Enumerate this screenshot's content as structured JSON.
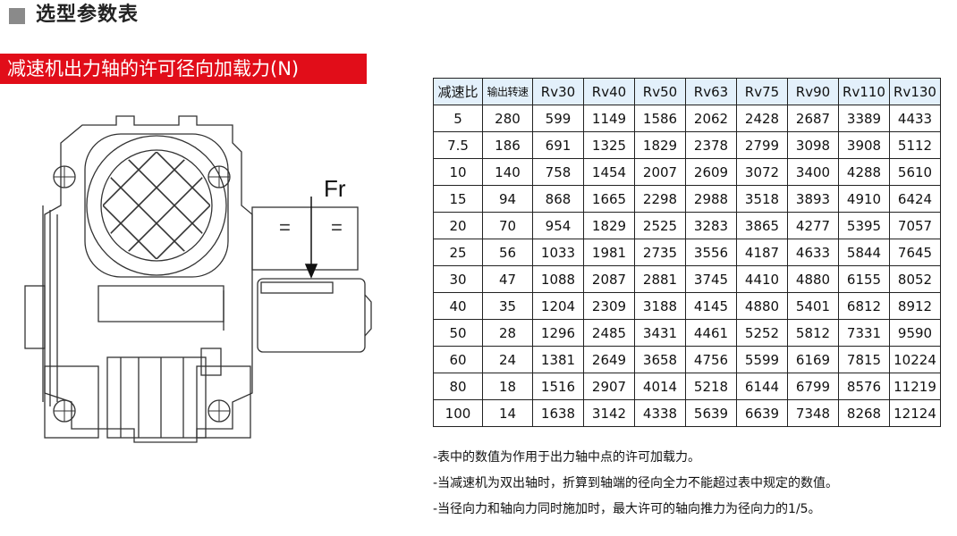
{
  "header": {
    "title": "选型参数表"
  },
  "section": {
    "title": "减速机出力轴的许可径向加载力(N)"
  },
  "drawing": {
    "force_label": "Fr",
    "equal_sign": "="
  },
  "table": {
    "headers": [
      "减速比",
      "输出转速",
      "Rv30",
      "Rv40",
      "Rv50",
      "Rv63",
      "Rv75",
      "Rv90",
      "Rv110",
      "Rv130"
    ],
    "rows": [
      [
        "5",
        "280",
        "599",
        "1149",
        "1586",
        "2062",
        "2428",
        "2687",
        "3389",
        "4433"
      ],
      [
        "7.5",
        "186",
        "691",
        "1325",
        "1829",
        "2378",
        "2799",
        "3098",
        "3908",
        "5112"
      ],
      [
        "10",
        "140",
        "758",
        "1454",
        "2007",
        "2609",
        "3072",
        "3400",
        "4288",
        "5610"
      ],
      [
        "15",
        "94",
        "868",
        "1665",
        "2298",
        "2988",
        "3518",
        "3893",
        "4910",
        "6424"
      ],
      [
        "20",
        "70",
        "954",
        "1829",
        "2525",
        "3283",
        "3865",
        "4277",
        "5395",
        "7057"
      ],
      [
        "25",
        "56",
        "1033",
        "1981",
        "2735",
        "3556",
        "4187",
        "4633",
        "5844",
        "7645"
      ],
      [
        "30",
        "47",
        "1088",
        "2087",
        "2881",
        "3745",
        "4410",
        "4880",
        "6155",
        "8052"
      ],
      [
        "40",
        "35",
        "1204",
        "2309",
        "3188",
        "4145",
        "4880",
        "5401",
        "6812",
        "8912"
      ],
      [
        "50",
        "28",
        "1296",
        "2485",
        "3431",
        "4461",
        "5252",
        "5812",
        "7331",
        "9590"
      ],
      [
        "60",
        "24",
        "1381",
        "2649",
        "3658",
        "4756",
        "5599",
        "6169",
        "7815",
        "10224"
      ],
      [
        "80",
        "18",
        "1516",
        "2907",
        "4014",
        "5218",
        "6144",
        "6799",
        "8576",
        "11219"
      ],
      [
        "100",
        "14",
        "1638",
        "3142",
        "4338",
        "5639",
        "6639",
        "7348",
        "8268",
        "12124"
      ]
    ]
  },
  "notes": [
    "-表中的数值为作用于出力轴中点的许可加载力。",
    "-当减速机为双出轴时，折算到轴端的径向全力不能超过表中规定的数值。",
    "-当径向力和轴向力同时施加时，最大许可的轴向推力为径向力的1/5。"
  ],
  "colors": {
    "accent_red": "#e10d19",
    "header_fill": "#e3f0fb",
    "square_grey": "#8a8a8a"
  }
}
